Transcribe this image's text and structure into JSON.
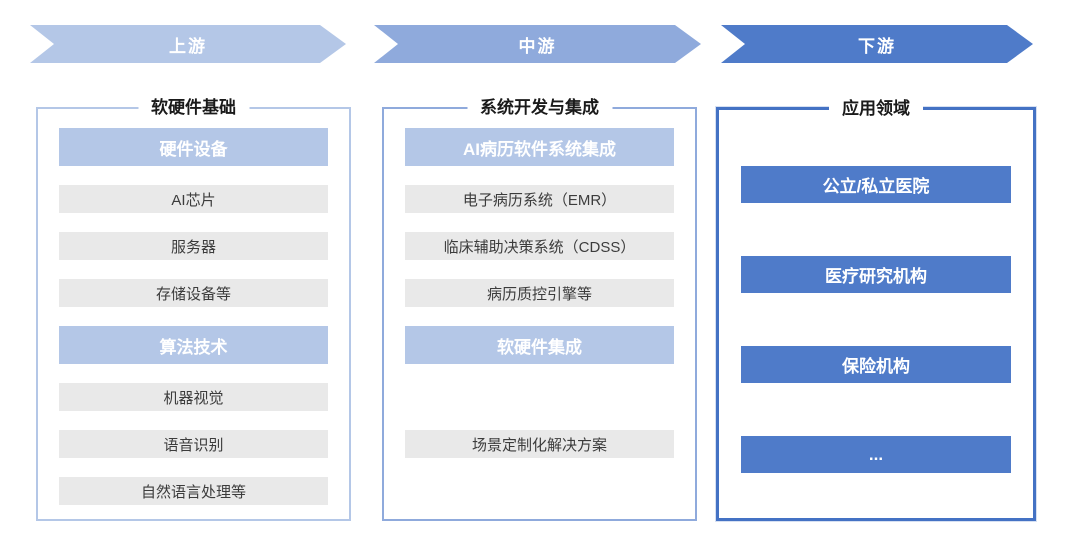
{
  "stages": [
    {
      "label": "上游",
      "color": "#B4C7E7"
    },
    {
      "label": "中游",
      "color": "#8FAADC"
    },
    {
      "label": "下游",
      "color": "#4F7BC9"
    }
  ],
  "columns": [
    {
      "title": "软硬件基础",
      "items": [
        {
          "label": "硬件设备",
          "type": "category"
        },
        {
          "label": "AI芯片",
          "type": "item"
        },
        {
          "label": "服务器",
          "type": "item"
        },
        {
          "label": "存储设备等",
          "type": "item"
        },
        {
          "label": "算法技术",
          "type": "category"
        },
        {
          "label": "机器视觉",
          "type": "item"
        },
        {
          "label": "语音识别",
          "type": "item"
        },
        {
          "label": "自然语言处理等",
          "type": "item"
        }
      ]
    },
    {
      "title": "系统开发与集成",
      "items": [
        {
          "label": "AI病历软件系统集成",
          "type": "category"
        },
        {
          "label": "电子病历系统（EMR）",
          "type": "item"
        },
        {
          "label": "临床辅助决策系统（CDSS）",
          "type": "item"
        },
        {
          "label": "病历质控引擎等",
          "type": "item"
        },
        {
          "label": "软硬件集成",
          "type": "category"
        },
        {
          "label": "场景定制化解决方案",
          "type": "item"
        }
      ]
    },
    {
      "title": "应用领域",
      "items": [
        {
          "label": "公立/私立医院",
          "type": "application"
        },
        {
          "label": "医疗研究机构",
          "type": "application"
        },
        {
          "label": "保险机构",
          "type": "application"
        },
        {
          "label": "...",
          "type": "application"
        }
      ]
    }
  ],
  "colors": {
    "upstream_accent": "#B4C7E7",
    "midstream_accent": "#8FAADC",
    "downstream_accent": "#4472C4",
    "downstream_fill": "#4F7BC9",
    "item_gray": "#E9E9E9",
    "text_dark": "#3c3c3c"
  }
}
